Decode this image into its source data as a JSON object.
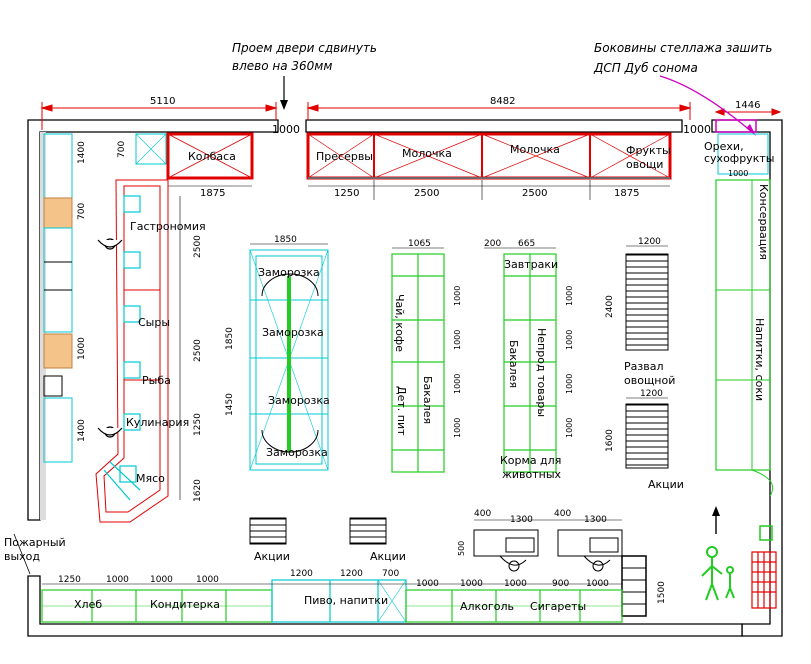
{
  "notes": {
    "door": [
      "Проем двери сдвинуть",
      "влево на 360мм"
    ],
    "shelves": [
      "Боковины стеллажа зашить",
      "ДСП Дуб сонома"
    ],
    "fire_exit": [
      "Пожарный",
      "выход"
    ]
  },
  "dimensions": {
    "top_left": "5110",
    "top_mid": "8482",
    "top_right": "1446",
    "door_left": "1000",
    "door_right": "1000",
    "kolbasa_w": "1875",
    "kolbasa_h": "700",
    "seg_1250": "1250",
    "seg_2500a": "2500",
    "seg_2500b": "2500",
    "seg_1875": "1875",
    "left_1400a": "1400",
    "left_700": "700",
    "left_1000": "1000",
    "left_1400b": "1400",
    "deli_2500a": "2500",
    "deli_2500b": "2500",
    "deli_1250": "1250",
    "deli_1620": "1620",
    "frz_1850": "1850",
    "frz_1850v": "1850",
    "frz_1450": "1450",
    "g1_1065": "1065",
    "g1_v": [
      "1000",
      "1000",
      "1000",
      "1000"
    ],
    "g2_200": "200",
    "g2_665": "665",
    "g2_v": [
      "1000",
      "1000",
      "1000",
      "1000"
    ],
    "veg_1200": "1200",
    "veg_2400": "2400",
    "promo_1200": "1200",
    "promo_1600": "1600",
    "right_1000": "1000",
    "right_1500": "1500",
    "chk_400a": "400",
    "chk_1300a": "1300",
    "chk_400b": "400",
    "chk_1300b": "1300",
    "chk_500": "500",
    "bottom": [
      "1250",
      "1000",
      "1000",
      "1000",
      "1200",
      "1200",
      "700",
      "1000",
      "1000",
      "1000",
      "900",
      "1000"
    ]
  },
  "labels": {
    "kolbasa": "Колбаса",
    "preservy": "Пресервы",
    "moloko1": "Молочка",
    "moloko2": "Молочка",
    "frukty": [
      "Фрукты",
      "овощи"
    ],
    "orehi": [
      "Орехи,",
      "сухофрукты"
    ],
    "konservacia": "Консервация",
    "napitki_soki": "Напитки, соки",
    "gastronomia": "Гастрономия",
    "syry": "Сыры",
    "ryba": "Рыба",
    "kulinaria": "Кулинария",
    "myaso": "Мясо",
    "zamorozka": [
      "Заморозка",
      "Заморозка",
      "Заморозка",
      "Заморозка"
    ],
    "chai": "Чай, кофе",
    "bakaleya1": "Бакалея",
    "det_pit": "Дет. пит",
    "zavtraki": "Завтраки",
    "bakaleya2": "Бакалея",
    "neprod": "Непрод товары",
    "korma": [
      "Корма для",
      "животных"
    ],
    "razval": [
      "Развал",
      "овощной"
    ],
    "akcii": [
      "Акции",
      "Акции",
      "Акции"
    ],
    "hleb": "Хлеб",
    "konditerka": "Кондитерка",
    "pivo": "Пиво, напитки",
    "alkogol": "Алкоголь",
    "sigarety": "Сигареты"
  },
  "colors": {
    "wall": "#000000",
    "wall_fill": "#ffffff",
    "dim": "#e00000",
    "cyan": "#00c8d0",
    "green": "#22cc22",
    "red": "#e00000",
    "magenta": "#d000c0",
    "gray": "#333333"
  }
}
